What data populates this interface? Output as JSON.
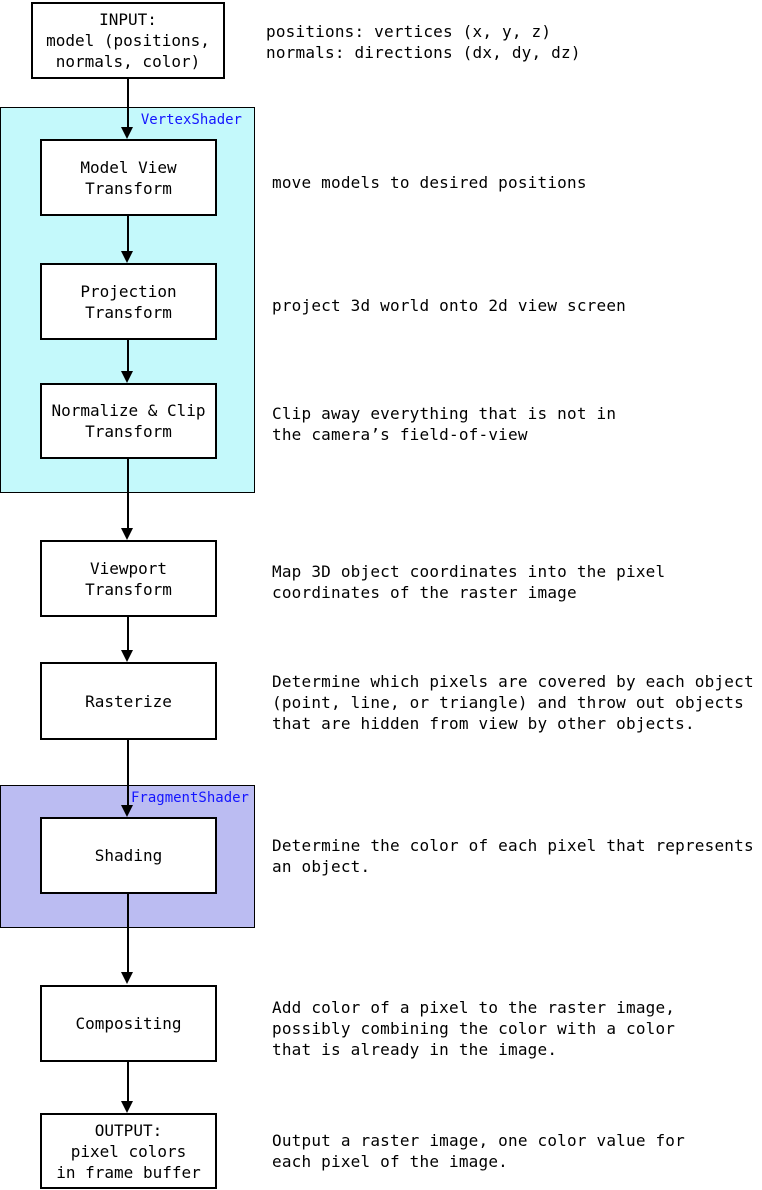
{
  "groups": {
    "vertex_shader": {
      "label": "VertexShader"
    },
    "fragment_shader": {
      "label": "FragmentShader"
    }
  },
  "nodes": {
    "input": "INPUT:\nmodel (positions,\nnormals, color)",
    "model_view": "Model View\nTransform",
    "projection": "Projection\nTransform",
    "normalize_clip": "Normalize & Clip\nTransform",
    "viewport": "Viewport\nTransform",
    "rasterize": "Rasterize",
    "shading": "Shading",
    "compositing": "Compositing",
    "output": "OUTPUT:\npixel colors\nin frame buffer"
  },
  "annotations": {
    "input_note": "positions: vertices (x, y, z)\nnormals: directions (dx, dy, dz)",
    "model_view_note": "move models to desired positions",
    "projection_note": "project 3d world onto 2d view screen",
    "normalize_clip_note": "Clip away everything that is not in\nthe camera’s field-of-view",
    "viewport_note": "Map 3D object coordinates into the pixel\ncoordinates of the raster image",
    "rasterize_note": "Determine which pixels are covered by each object\n(point, line, or triangle) and throw out objects\nthat are hidden from view by other objects.",
    "shading_note": "Determine the color of each pixel that represents\nan object.",
    "compositing_note": "Add color of a pixel to the raster image,\npossibly combining the color with a color\nthat is already in the image.",
    "output_note": "Output a raster image, one color value for\neach pixel of the image."
  },
  "colors": {
    "vertex_bg": "#c4f9fb",
    "fragment_bg": "#bbbcf2",
    "shader_label": "#1414ff",
    "ink": "#000000",
    "node_bg": "#ffffff"
  }
}
